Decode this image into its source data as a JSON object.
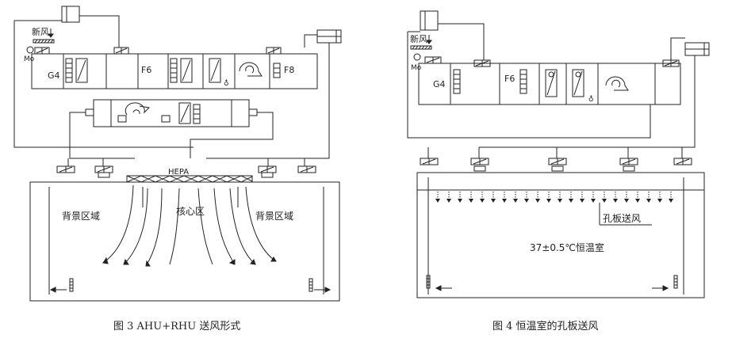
{
  "fig3": {
    "fresh_air": "新风",
    "mo": "Mo",
    "g4": "G4",
    "f6": "F6",
    "f8": "F8",
    "hepa": "HEPA",
    "background_left": "背景区域",
    "core": "核心区",
    "background_right": "背景区域",
    "caption": "图 3   AHU+RHU 送风形式"
  },
  "fig4": {
    "fresh_air": "新风",
    "mo": "Mo",
    "g4": "G4",
    "f6": "F6",
    "orifice": "孔板送风",
    "room": "37±0.5℃恒温室",
    "caption": "图 4   恒温室的孔板送风"
  },
  "colors": {
    "line": "#222222",
    "background": "#ffffff"
  }
}
